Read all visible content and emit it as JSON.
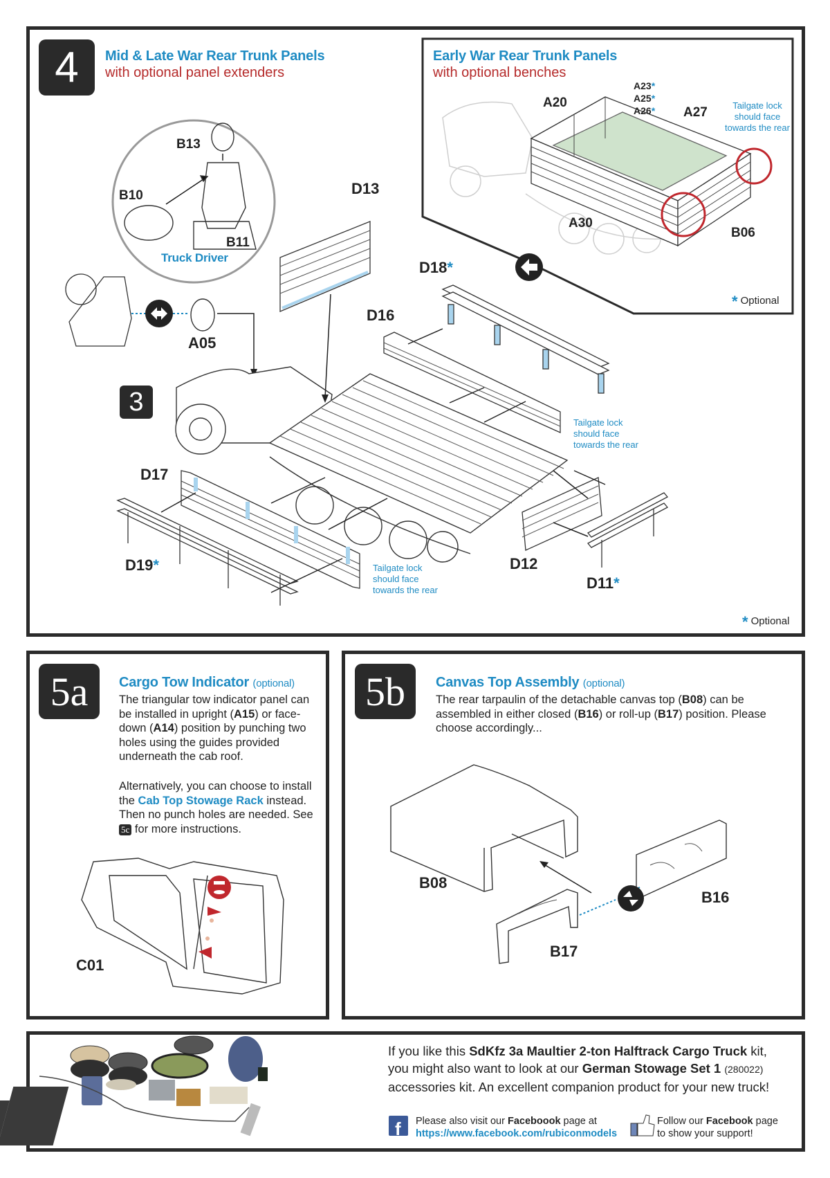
{
  "step4": {
    "number": "4",
    "title": "Mid & Late War Rear Trunk Panels",
    "subtitle": "with optional panel extenders",
    "inset_title": "Early War Rear Trunk Panels",
    "inset_subtitle": "with optional benches",
    "inset_labels": {
      "a20": "A20",
      "a23": "A23",
      "a25": "A25",
      "a26": "A26",
      "a27": "A27",
      "a30": "A30",
      "b06": "B06"
    },
    "inset_tailgate_note": [
      "Tailgate lock",
      "should face",
      "towards the rear"
    ],
    "inset_optional": "Optional",
    "driver_circle": {
      "caption": "Truck Driver",
      "b13": "B13",
      "b10": "B10",
      "b11": "B11"
    },
    "reference_step": "3",
    "part_labels": {
      "a05": "A05",
      "d13": "D13",
      "d18": "D18",
      "d16": "D16",
      "d17": "D17",
      "d19": "D19",
      "d12": "D12",
      "d11": "D11"
    },
    "asterisk": "*",
    "tailgate_note": [
      "Tailgate lock",
      "should face",
      "towards the rear"
    ],
    "optional": "Optional"
  },
  "step5a": {
    "number": "5a",
    "title": "Cargo Tow Indicator",
    "title_suffix": "(optional)",
    "para1": {
      "t1": "The triangular tow indicator panel can be installed in upright (",
      "b1": "A15",
      "t2": ") or face-down (",
      "b2": "A14",
      "t3": ") position by punching two holes using the guides provided underneath the cab roof."
    },
    "para2": {
      "t1": "Alternatively, you can choose to install the ",
      "link": "Cab Top Stowage Rack",
      "t2": " instead. Then no punch holes are needed.  See ",
      "ref": "5c",
      "t3": " for more instructions."
    },
    "part_label": "C01"
  },
  "step5b": {
    "number": "5b",
    "title": "Canvas Top Assembly",
    "title_suffix": "(optional)",
    "para": {
      "t1": "The rear tarpaulin of the detachable canvas top (",
      "b1": "B08",
      "t2": ") can be assembled in either closed (",
      "b2": "B16",
      "t3": ") or roll-up (",
      "b3": "B17",
      "t4": ") position.  Please choose accordingly..."
    },
    "labels": {
      "b08": "B08",
      "b16": "B16",
      "b17": "B17"
    }
  },
  "promo": {
    "l1": "If you like this ",
    "kit_name": "SdKfz 3a Maultier 2-ton Halftrack Cargo Truck",
    "l1_end": " kit,",
    "l2": "you might also want to look at our ",
    "set_name": "German Stowage Set 1",
    "set_code": "(280022)",
    "l3": "accessories kit.  An excellent companion product for your new truck!",
    "fb_visit": "Please also visit our ",
    "fb_visit_bold": "Faceboook",
    "fb_visit_end": " page at",
    "fb_url": "https://www.facebook.com/rubiconmodels",
    "fb_follow": "Follow our ",
    "fb_follow_bold": "Facebook",
    "fb_follow_end": " page",
    "fb_follow_2": "to show your support!"
  },
  "colors": {
    "accent_blue": "#1e8bc3",
    "accent_red": "#b52a2a",
    "frame": "#2b2b2b",
    "bench_green": "#cfe3cc",
    "part_highlight": "#a9d4ee"
  }
}
